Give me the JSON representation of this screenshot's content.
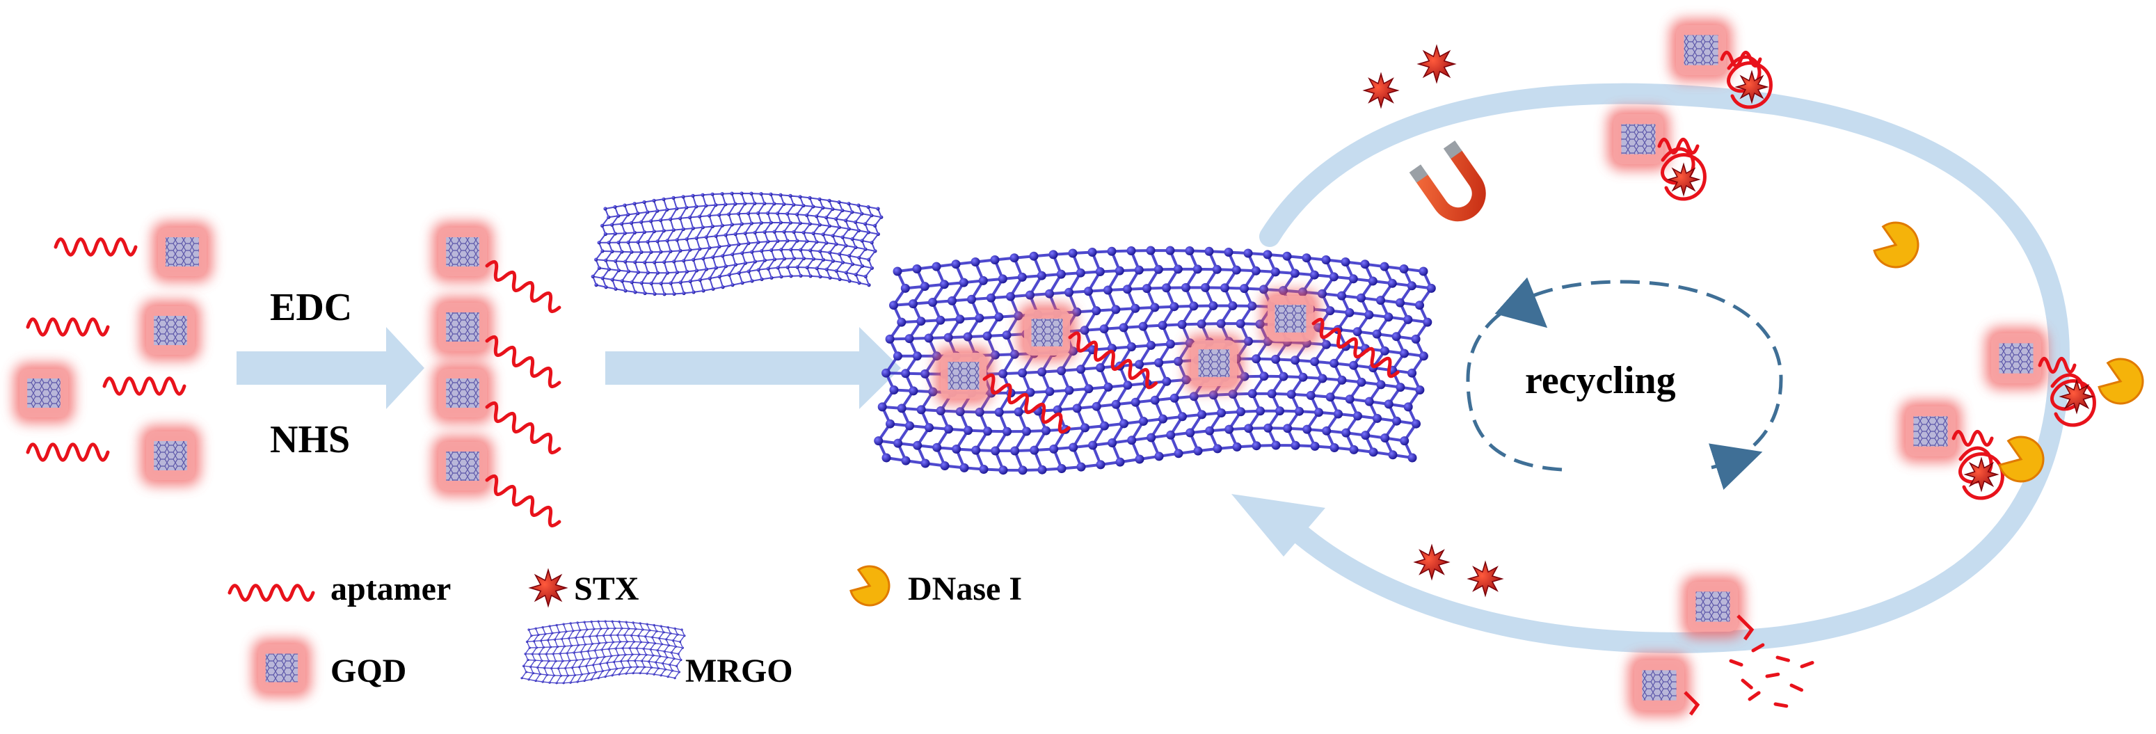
{
  "steps": {
    "reagent_top": "EDC",
    "reagent_bottom": "NHS"
  },
  "cycle": {
    "label": "recycling"
  },
  "legend": {
    "aptamer": "aptamer",
    "stx": "STX",
    "dnase": "DNase I",
    "gqd": "GQD",
    "mrgo": "MRGO"
  },
  "colors": {
    "aptamer": "#e8121b",
    "gqd_glow": "#f15a5a",
    "gqd_core": "#b9b7d9",
    "graphene": "#3b35c9",
    "graphene_dark": "#1d1896",
    "arrow": "#c6dcef",
    "stx": "#c8101a",
    "dnase": "#f5b30a",
    "dashed": "#3f6f96",
    "magnet_red": "#e23b1d",
    "magnet_tip": "#9aa0a6"
  },
  "icons": {
    "stx": "star-burst-icon",
    "dnase": "pacman-icon",
    "magnet": "magnet-icon"
  }
}
